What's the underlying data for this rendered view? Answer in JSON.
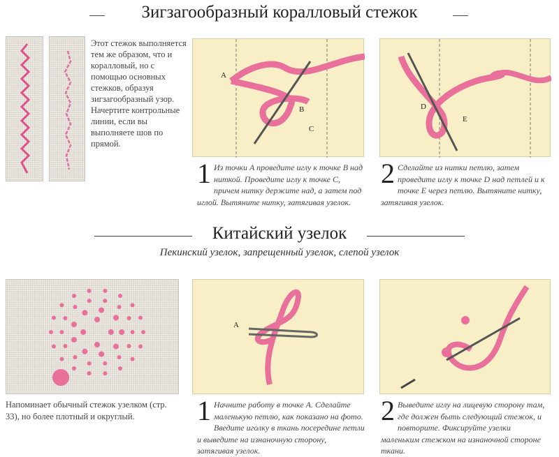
{
  "section1": {
    "title": "Зигзагообразный коралловый стежок",
    "description": "Этот стежок выполняется тем же образом, что и коралловый, но с помощью основных стежков, образуя зигзагообразный узор. Начертите контрольные линии, если вы выполняете шов по прямой.",
    "steps": [
      {
        "number": "1",
        "text": "Из точки A проведите иглу к точке B над ниткой. Проведите иглу к точке C, причем нитку держите над, а затем под иглой. Вытяните нитку, затягивая узелок.",
        "labels": [
          "A",
          "B",
          "C"
        ]
      },
      {
        "number": "2",
        "text": "Сделайте из нитки петлю, затем проведите иглу к точке D над петлей и к точке E через петлю. Вытяните нитку, затягивая узелок.",
        "labels": [
          "D",
          "E"
        ]
      }
    ]
  },
  "section2": {
    "title": "Китайский узелок",
    "subtitle": "Пекинский узелок, запрещенный узелок, слепой узелок",
    "description": "Напоминает обычный стежок узелком (стр. 33), но более плотный и округлый.",
    "steps": [
      {
        "number": "1",
        "text": "Начните работу в точке A. Сделайте маленькую петлю, как показано на фото. Введите иголку в ткань посередине петли и выведите на изнаночную сторону, затягивая узелок.",
        "labels": [
          "A"
        ]
      },
      {
        "number": "2",
        "text": "Выведите иглу на лицевую сторону там, где должен быть следующий стежок, и повторите. Фиксируйте узелки маленьким стежком на изнаночной стороне ткани.",
        "labels": []
      }
    ]
  },
  "colors": {
    "thread": "#e8709a",
    "fabric": "#f8efc6"
  }
}
